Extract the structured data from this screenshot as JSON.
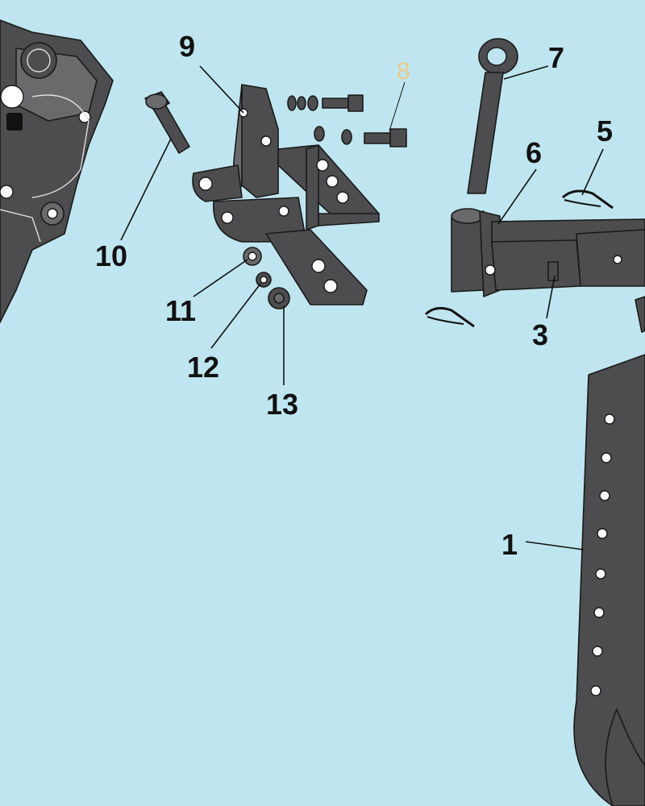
{
  "colors": {
    "background": "#bfe6f0",
    "part": "#4d4d4f",
    "outline": "#1a1a1a"
  },
  "callouts": {
    "c1": "1",
    "c3": "3",
    "c5": "5",
    "c6": "6",
    "c7": "7",
    "c8": "8",
    "c9": "9",
    "c10": "10",
    "c11": "11",
    "c12": "12",
    "c13": "13"
  }
}
